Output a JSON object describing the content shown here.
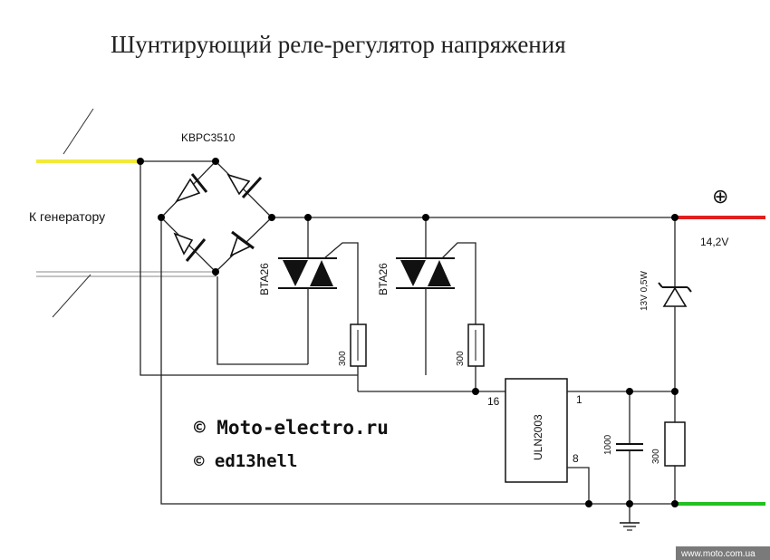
{
  "title": "Шунтирующий реле-регулятор напряжения",
  "labels": {
    "bridge": "KBPC3510",
    "generator": "К генератору",
    "triac1": "BTA26",
    "triac2": "BTA26",
    "resistor1": "300",
    "resistor2": "300",
    "resistor3": "300",
    "zener": "13V 0,5W",
    "ic": "ULN2003",
    "pin16": "16",
    "pin1": "1",
    "pin8": "8",
    "capacitor": "1000",
    "plus": "⊕",
    "voltage": "14,2V"
  },
  "copyright": {
    "site": "© Moto-electro.ru",
    "author": "© ed13hell"
  },
  "watermark": "www.moto.com.ua",
  "colors": {
    "yellow_wire": "#f2ea3a",
    "red_wire": "#e02020",
    "green_wire": "#22c022",
    "line": "#222222"
  }
}
